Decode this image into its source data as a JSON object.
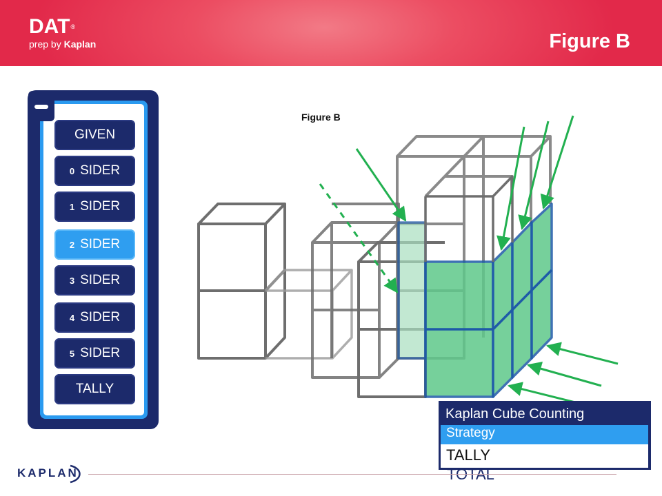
{
  "header": {
    "logo_main": "DAT",
    "logo_mark": "®",
    "logo_sub_prefix": "prep by ",
    "logo_sub_brand": "Kaplan",
    "title": "Figure B"
  },
  "sidebar": {
    "items": [
      {
        "num": "",
        "label": "GIVEN"
      },
      {
        "num": "0",
        "label": "SIDER"
      },
      {
        "num": "1",
        "label": "SIDER"
      },
      {
        "num": "2",
        "label": "SIDER"
      },
      {
        "num": "3",
        "label": "SIDER"
      },
      {
        "num": "4",
        "label": "SIDER"
      },
      {
        "num": "5",
        "label": "SIDER"
      },
      {
        "num": "",
        "label": "TALLY"
      }
    ],
    "active_index": 3
  },
  "figure": {
    "caption": "Figure B"
  },
  "strategy": {
    "title": "Kaplan Cube Counting",
    "subtitle": "Strategy",
    "tally": "TALLY",
    "total": "TOTAL"
  },
  "footer": {
    "brand": "KAPLAN"
  },
  "colors": {
    "header_red": "#e2294a",
    "navy": "#1c2a6b",
    "accent_blue": "#2f9ef0",
    "cube_green": "#5fc88a",
    "arrow_green": "#22b050"
  }
}
